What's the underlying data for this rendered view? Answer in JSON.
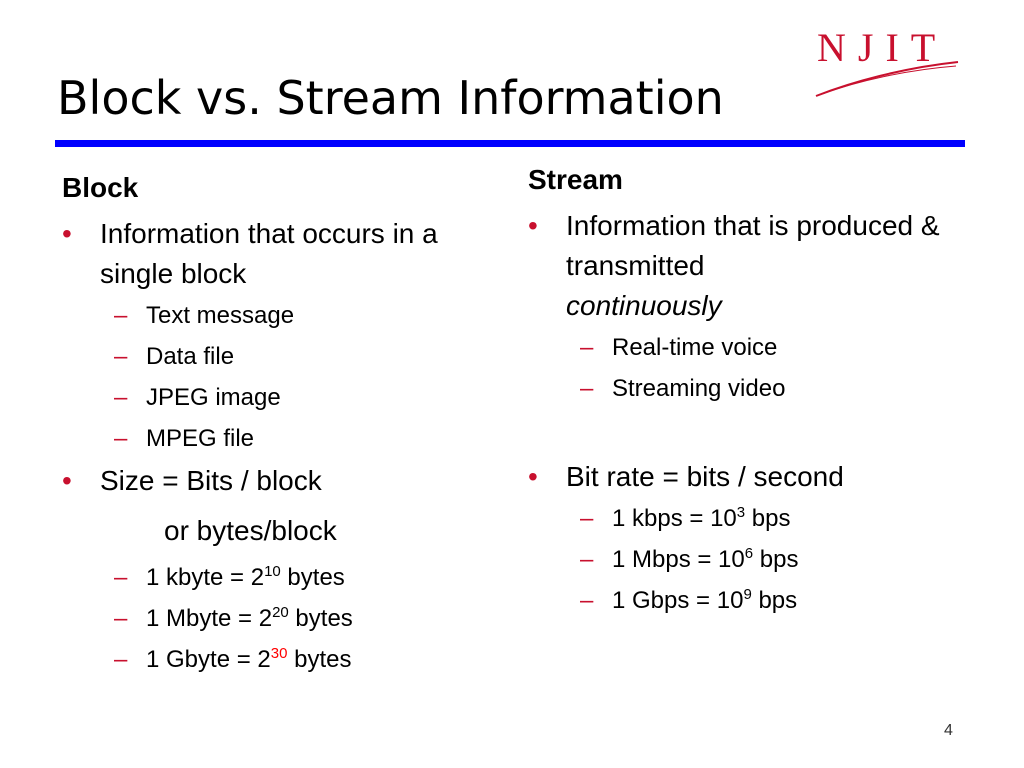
{
  "slide": {
    "title": "Block vs. Stream Information",
    "page_number": "4",
    "logo_text": "NJIT"
  },
  "left": {
    "heading": "Block",
    "bullets": [
      {
        "text": "Information that occurs in a single block",
        "subs": [
          "Text message",
          "Data file",
          "JPEG image",
          "MPEG file"
        ]
      },
      {
        "text": "Size = Bits / block",
        "continuation": "or bytes/block",
        "subs": [
          {
            "prefix": "1 kbyte  = 2",
            "exp": "10",
            "suffix": " bytes"
          },
          {
            "prefix": "1 Mbyte = 2",
            "exp": "20",
            "suffix": " bytes"
          },
          {
            "prefix": "1 Gbyte = 2",
            "exp": "30",
            "suffix": " bytes"
          }
        ]
      }
    ]
  },
  "right": {
    "heading": "Stream",
    "bullets": [
      {
        "text": "Information that is produced & transmitted",
        "emphasis": "continuously",
        "subs": [
          "Real-time voice",
          "Streaming video"
        ]
      },
      {
        "text": "Bit rate = bits / second",
        "subs": [
          {
            "prefix": "1 kbps  = 10",
            "exp": "3",
            "suffix": " bps"
          },
          {
            "prefix": "1 Mbps = 10",
            "exp": "6",
            "suffix": " bps"
          },
          {
            "prefix": "1 Gbps = 10",
            "exp": "9",
            "suffix": " bps"
          }
        ]
      }
    ]
  },
  "colors": {
    "title_rule": "#0000ff",
    "bullet_marker": "#c8102e",
    "logo": "#c8102e",
    "highlight_exponent": "#ff0000"
  }
}
